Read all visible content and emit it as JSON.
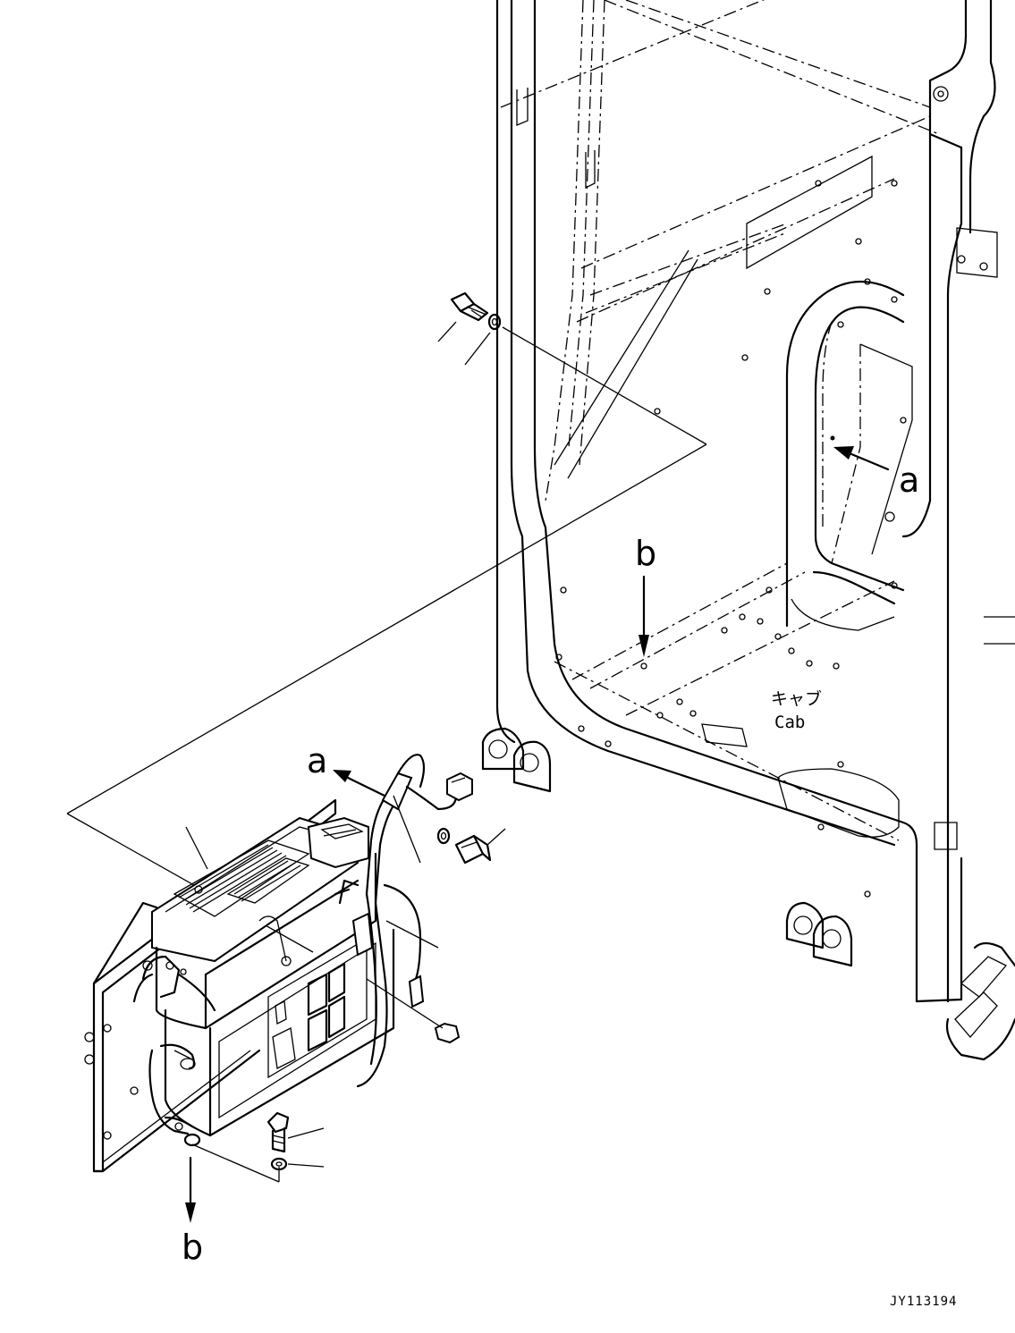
{
  "labels": {
    "view_a_top": "a",
    "view_b_top": "b",
    "view_a_bottom": "a",
    "view_b_bottom": "b",
    "cab_japanese": "キャブ",
    "cab_english": "Cab",
    "drawing_code": "JY113194"
  }
}
